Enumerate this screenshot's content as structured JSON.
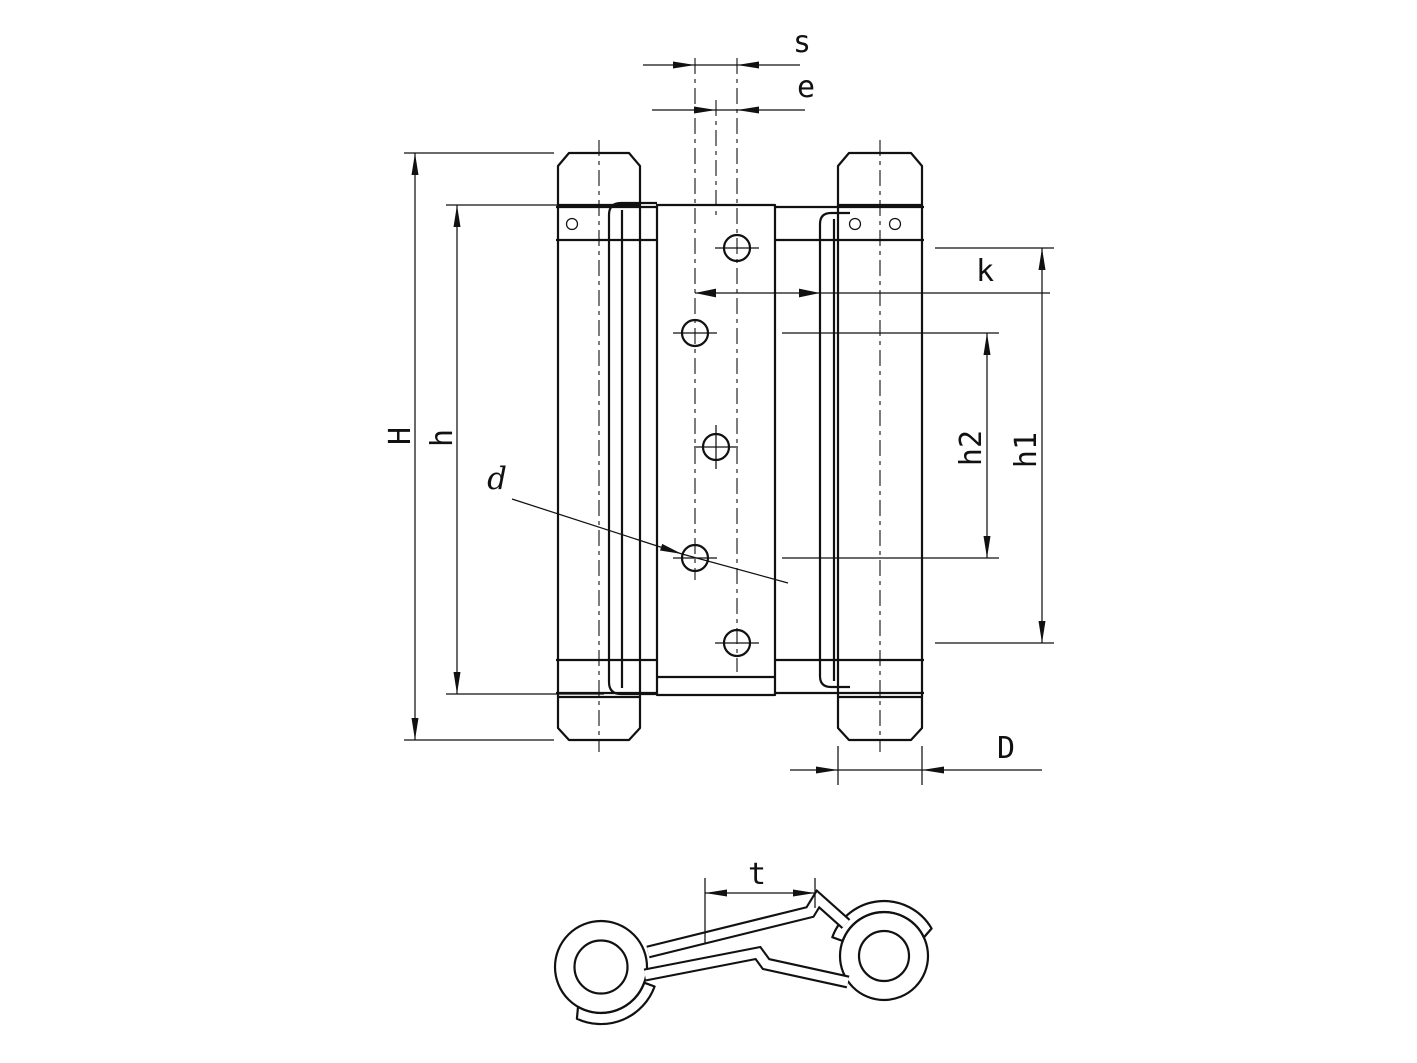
{
  "drawing": {
    "dimension_labels": {
      "s": "s",
      "e": "e",
      "k": "k",
      "H": "H",
      "h": "h",
      "h2": "h2",
      "h1": "h1",
      "d": "d",
      "D": "D",
      "t": "t"
    },
    "colors": {
      "line": "#111111",
      "background": "#ffffff"
    }
  }
}
